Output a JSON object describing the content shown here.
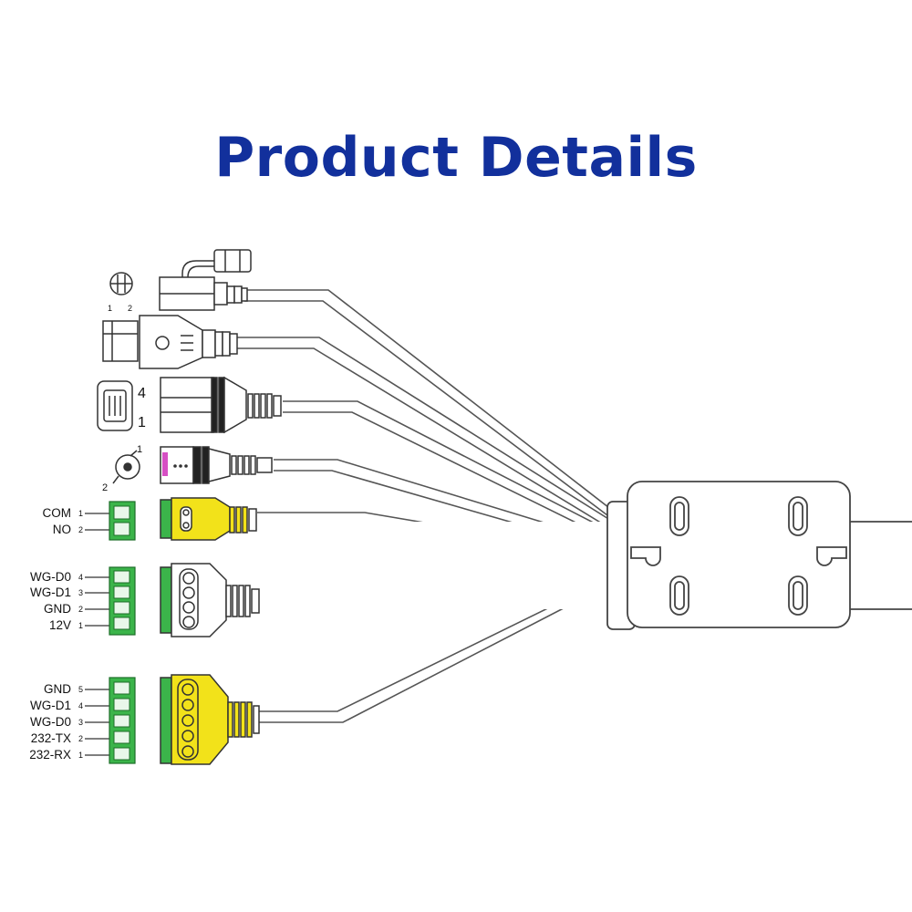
{
  "title": "Product Details",
  "colors": {
    "title": "#12309c",
    "terminal_green": "#3bb44a",
    "connector_yellow": "#f2e21a",
    "outline": "#333333"
  },
  "dc_jack": {
    "pins": [
      "1",
      "2"
    ]
  },
  "usb": {
    "pins": [
      "4",
      "1"
    ]
  },
  "audio": {
    "pins": [
      "1",
      "2"
    ]
  },
  "relay_terminal": {
    "labels": [
      "COM",
      "NO"
    ],
    "pins": [
      "1",
      "2"
    ]
  },
  "wiegand_terminal": {
    "labels": [
      "WG-D0",
      "WG-D1",
      "GND",
      "12V"
    ],
    "pins": [
      "4",
      "3",
      "2",
      "1"
    ]
  },
  "rs232_terminal": {
    "labels": [
      "GND",
      "WG-D1",
      "WG-D0",
      "232-TX",
      "232-RX"
    ],
    "pins": [
      "5",
      "4",
      "3",
      "2",
      "1"
    ]
  }
}
